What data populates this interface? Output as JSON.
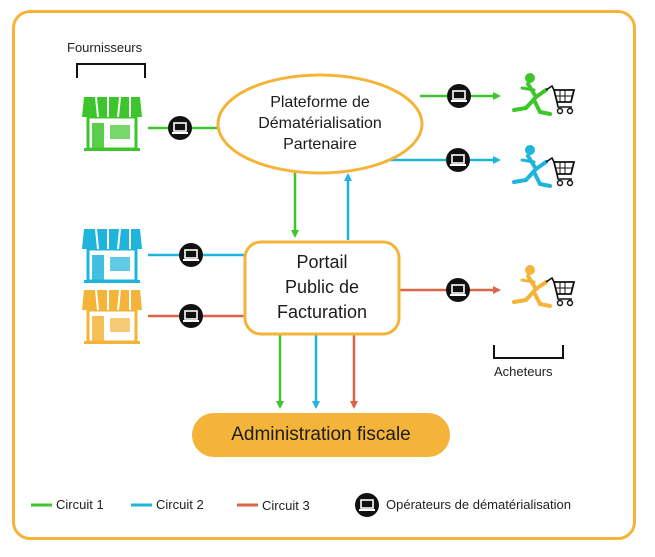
{
  "labels": {
    "suppliers": "Fournisseurs",
    "buyers": "Acheteurs"
  },
  "nodes": {
    "pdp": [
      "Plateforme de",
      "Dématérialisation",
      "Partenaire"
    ],
    "ppf": [
      "Portail",
      "Public de",
      "Facturation"
    ],
    "admin": "Administration fiscale"
  },
  "legend": {
    "circuit1": "Circuit 1",
    "circuit2": "Circuit 2",
    "circuit3": "Circuit 3",
    "operators": "Opérateurs de dématérialisation"
  },
  "colors": {
    "circuit1": "#3DC62B",
    "circuit2": "#1EB4DC",
    "circuit3": "#D9664A",
    "accent": "#F4B43A",
    "operator": "#111111"
  },
  "icons": {
    "store": "store-icon",
    "buyer": "shopper-with-cart-icon",
    "operator": "laptop-icon"
  }
}
